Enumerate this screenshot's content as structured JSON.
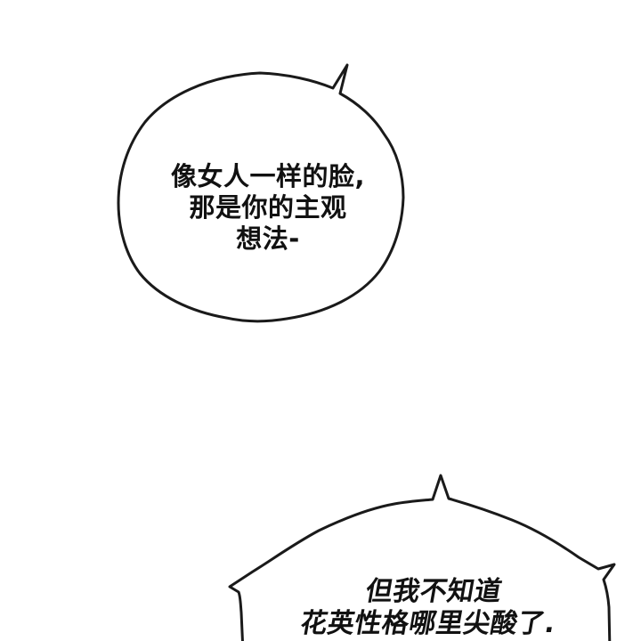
{
  "page": {
    "background_color": "#ffffff",
    "ink_color": "#1a1a1a",
    "kind": "comic-panel"
  },
  "bubbles": {
    "top": {
      "shape": "oval-with-top-right-tail",
      "lines": [
        "像女人一样的脸,",
        "那是你的主观",
        "想法-"
      ]
    },
    "bottom": {
      "shape": "spiky-shout-bubble-cropped-at-bottom",
      "lines": [
        "但我不知道",
        "花英性格哪里尖酸了."
      ]
    }
  }
}
